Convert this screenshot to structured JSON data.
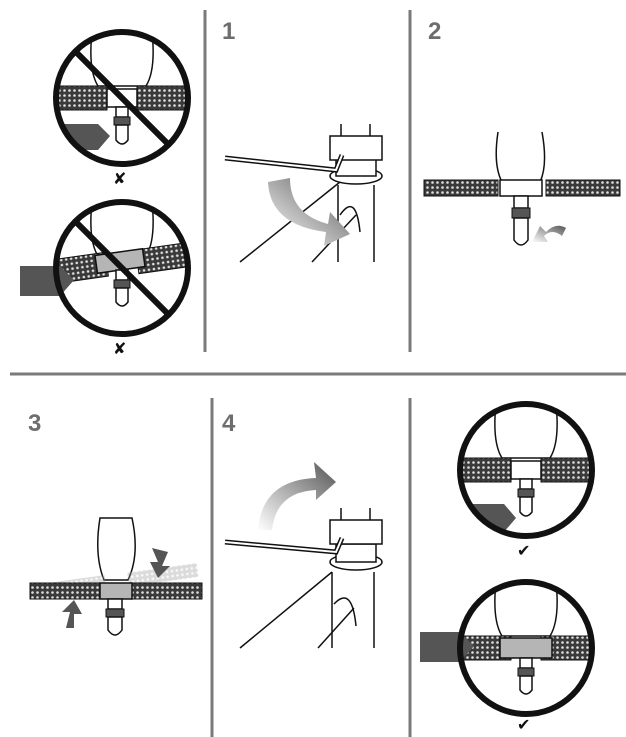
{
  "steps": [
    {
      "id": "s1",
      "label": "1"
    },
    {
      "id": "s2",
      "label": "2"
    },
    {
      "id": "s3",
      "label": "3"
    },
    {
      "id": "s4",
      "label": "4"
    }
  ],
  "marks": {
    "wrong": "✘",
    "correct": "✔"
  },
  "colors": {
    "divider": "#7a7a7a",
    "step_number": "#6d6d6d",
    "arrow_dark": "#555555",
    "arrow_light": "#bdbdbd",
    "highlight_grip": "#b5b5b5"
  },
  "icons": [
    "hex-key-icon",
    "rotate-arrow-icon",
    "handlebar-icon",
    "prohibited-icon",
    "check-icon",
    "cross-icon"
  ]
}
